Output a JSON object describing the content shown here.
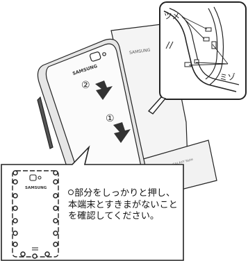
{
  "inset_labels": {
    "tab_label": "ツメ",
    "groove_label": "ミゾ"
  },
  "arrow_labels": {
    "step_two": "②",
    "step_one": "①"
  },
  "device_brand": {
    "back_cover": "SAMSUNG",
    "flip_cover": "SAMSUNG",
    "corner_mark": "GALAXY Note",
    "callout_cover": "SAMSUNG"
  },
  "instruction": {
    "marker_icon": "ring-marker-icon",
    "text": "部分をしっかりと押し、本端末とすきまがないことを確認してください。"
  }
}
